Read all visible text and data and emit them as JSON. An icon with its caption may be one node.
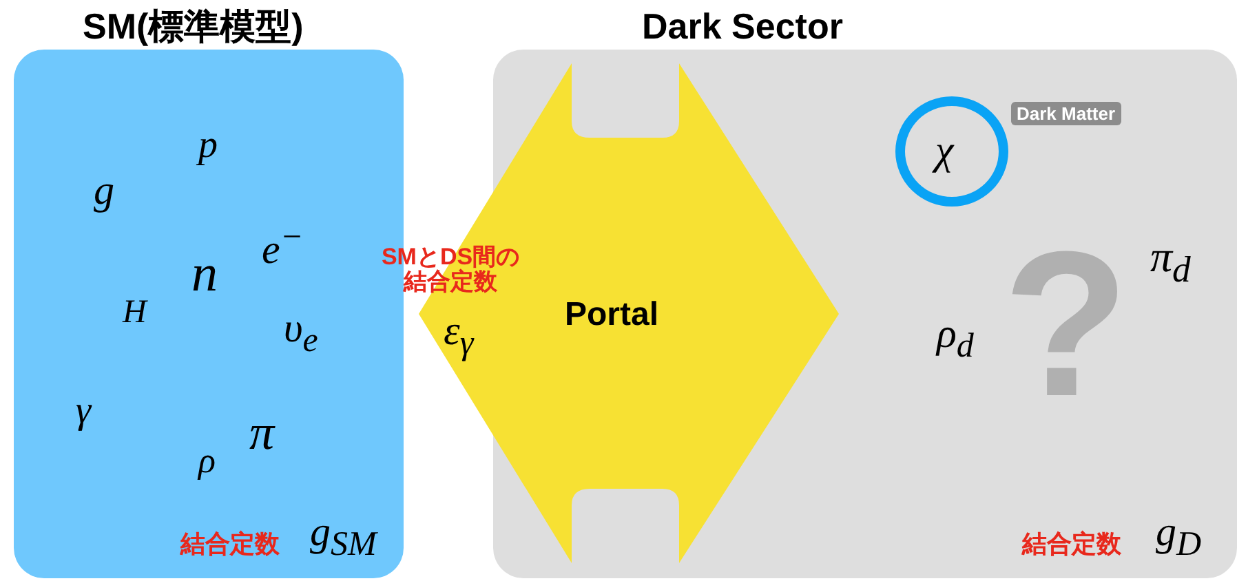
{
  "diagram": {
    "nodes": [
      {
        "text": [
          "SM(標準模型)"
        ]
      },
      {
        "text": [
          "Dark Sector"
        ]
      },
      {
        "text": [
          "Portal"
        ]
      },
      {
        "text": [
          "χ"
        ],
        "in": 1,
        "beside": [
          "Dark Matter"
        ]
      }
    ],
    "labels": [
      "p",
      "g",
      "e$^{−}$",
      "n",
      "SMとDS間の結合定数",
      "π$_{d}$",
      "H",
      "υ$_{e}$",
      "ε$_{γ}$",
      "ρ$_{d}$",
      "?",
      "γ",
      "π",
      "ρ",
      "結合定数",
      "g$_{SM}$",
      "結合定数",
      "g$_{D}$"
    ]
  }
}
